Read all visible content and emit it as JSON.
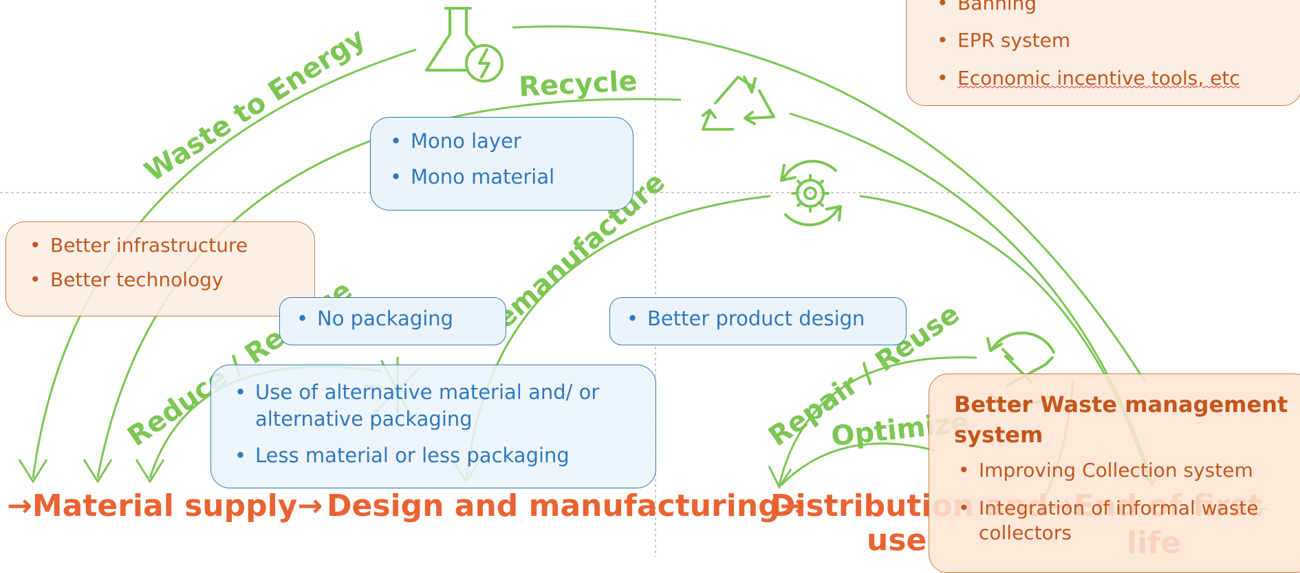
{
  "colors": {
    "arrow_green": "#7cc653",
    "stage_orange": "#e96332",
    "blue_text": "#2e79be",
    "blue_fill": "#ecf3fb",
    "orange_text": "#c4561d",
    "orange_fill": "#fdeee4"
  },
  "loops": {
    "waste_to_energy": "Waste to Energy",
    "recycle": "Recycle",
    "remanufacture": "Remanufacture",
    "reduce_replace": "Reduce / Replace",
    "repair_reuse": "Repair / Reuse",
    "optimize": "Optimize"
  },
  "icons": [
    "flask-energy-icon",
    "recycle-icon",
    "gear-icon",
    "tools-icon",
    "asterisk-icon"
  ],
  "stages": {
    "material_supply": "→Material supply→",
    "design_manufacturing": "Design and manufacturing→",
    "distribution_line1": "Distribution and→End of first",
    "distribution_line2": "use",
    "end_of_life_line2": "life"
  },
  "boxes": {
    "policy": {
      "items": [
        "Banning",
        "EPR system",
        "Economic incentive tools, etc"
      ]
    },
    "infrastructure": {
      "items": [
        "Better infrastructure",
        "Better technology"
      ]
    },
    "mono": {
      "items": [
        "Mono layer",
        "Mono material"
      ]
    },
    "no_packaging": {
      "items": [
        "No packaging"
      ]
    },
    "product_design": {
      "items": [
        "Better product design"
      ]
    },
    "alternatives": {
      "items": [
        "Use of alternative material and/ or alternative packaging",
        "Less material or less packaging"
      ]
    },
    "waste_management": {
      "title": "Better Waste management system",
      "items": [
        "Improving Collection system",
        "Integration of informal waste collectors"
      ]
    }
  }
}
